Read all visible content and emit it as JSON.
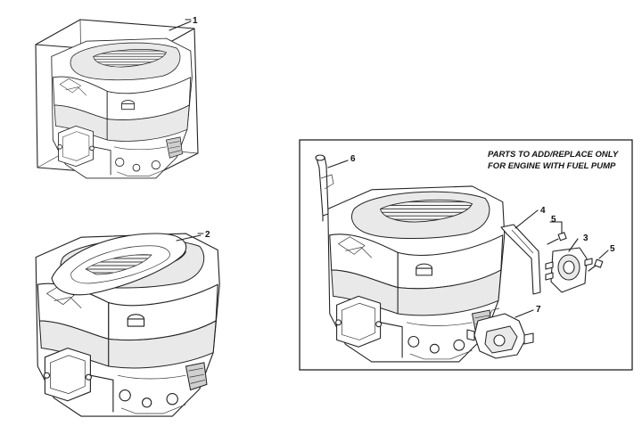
{
  "notice": {
    "line1": "PARTS TO ADD/REPLACE ONLY",
    "line2": "FOR ENGINE WITH FUEL PUMP"
  },
  "callouts": {
    "c1": "1",
    "c2": "2",
    "c3": "3",
    "c4": "4",
    "c5a": "5",
    "c5b": "5",
    "c6": "6",
    "c7": "7"
  }
}
